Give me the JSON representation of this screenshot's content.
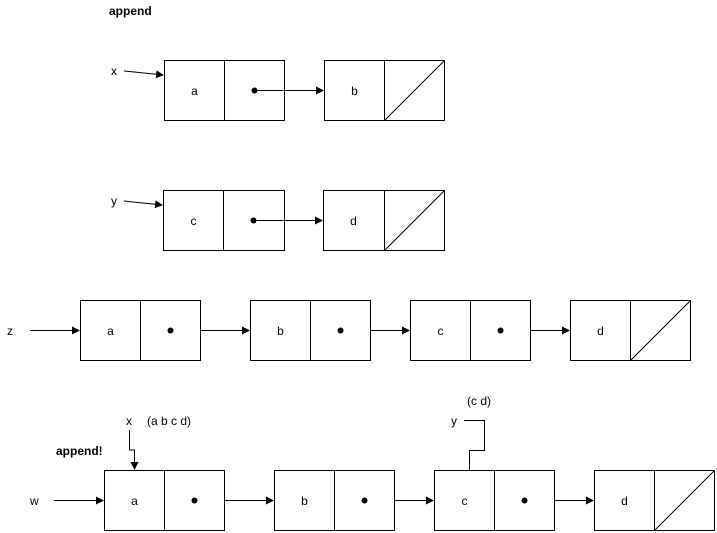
{
  "titles": {
    "append": "append",
    "append_bang": "append!"
  },
  "var_labels": {
    "x1": "x",
    "y1": "y",
    "z": "z",
    "w": "w",
    "x2": "x",
    "y2": "y"
  },
  "annotations": {
    "x_value": "(a b c d)",
    "y_value": "(c d)"
  },
  "lists": {
    "x": [
      "a",
      "b"
    ],
    "y": [
      "c",
      "d"
    ],
    "z": [
      "a",
      "b",
      "c",
      "d"
    ],
    "w": [
      "a",
      "b",
      "c",
      "d"
    ]
  }
}
